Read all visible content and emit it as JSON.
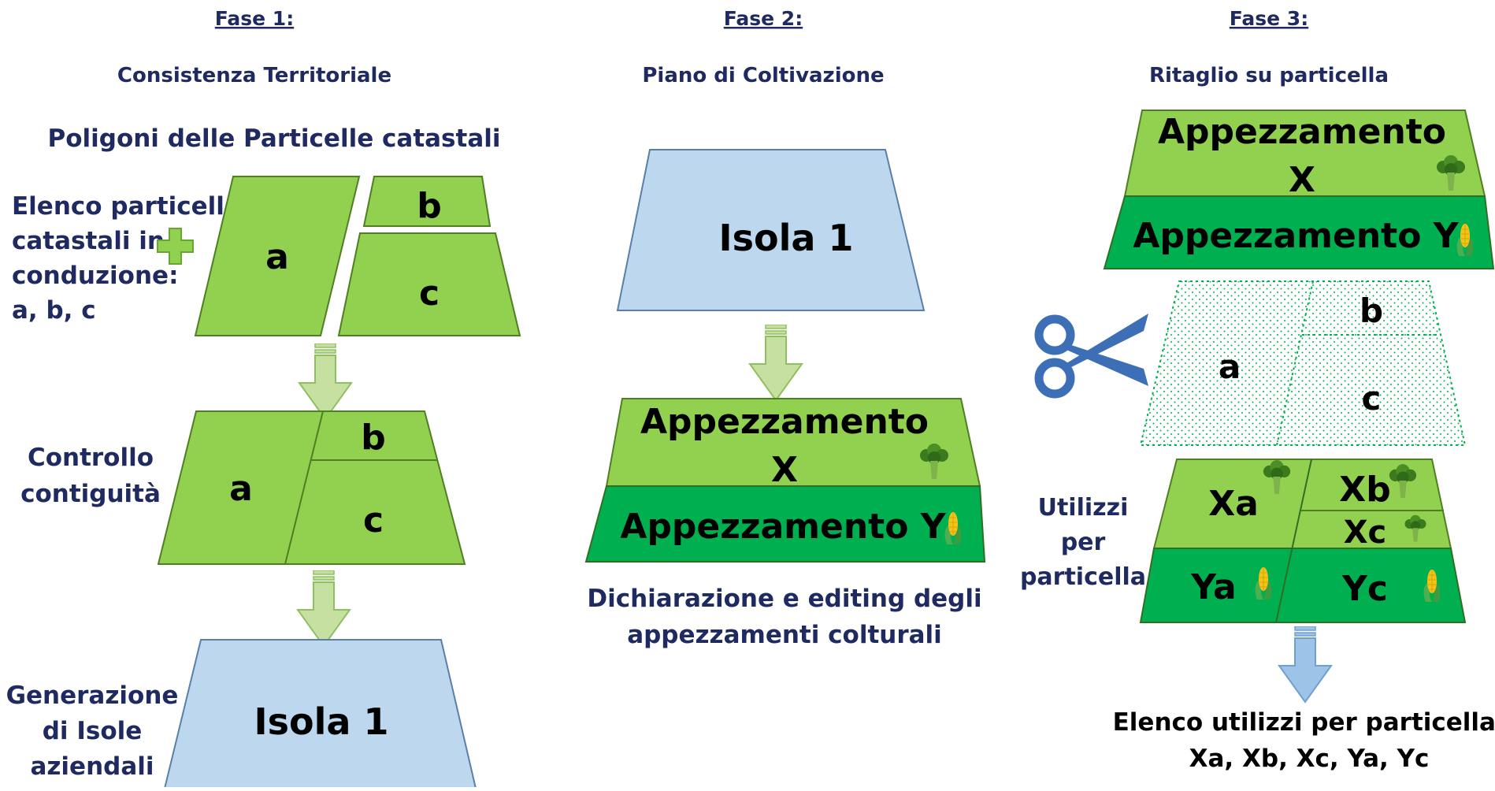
{
  "phase1": {
    "header": "Fase 1:",
    "subtitle": "Consistenza Territoriale",
    "polygons_title": "Poligoni delle Particelle catastali",
    "list_label": [
      "Elenco particelle",
      "catastali in",
      "conduzione:",
      "a, b, c"
    ],
    "parcel_labels": [
      "a",
      "b",
      "c"
    ],
    "contiguity_label": [
      "Controllo",
      "contiguità"
    ],
    "merged_labels": [
      "a",
      "b",
      "c"
    ],
    "islands_label": [
      "Generazione",
      "di Isole",
      "aziendali"
    ],
    "island_name": "Isola 1"
  },
  "phase2": {
    "header": "Fase 2:",
    "subtitle": "Piano di Coltivazione",
    "island_name": "Isola 1",
    "plot_x": [
      "Appezzamento",
      "X"
    ],
    "plot_y": "Appezzamento Y",
    "caption": [
      "Dichiarazione e editing degli",
      "appezzamenti colturali"
    ]
  },
  "phase3": {
    "header": "Fase 3:",
    "subtitle": "Ritaglio su particella",
    "plot_x": [
      "Appezzamento",
      "X"
    ],
    "plot_y": "Appezzamento Y",
    "cut_labels": [
      "a",
      "b",
      "c"
    ],
    "usage_label": [
      "Utilizzi",
      "per",
      "particella"
    ],
    "result_labels": [
      "Xa",
      "Xb",
      "Xc",
      "Ya",
      "Yc"
    ],
    "final_caption": [
      "Elenco utilizzi per particella:",
      "Xa, Xb, Xc, Ya, Yc"
    ]
  },
  "colors": {
    "light_green": "#92d050",
    "dark_green": "#00b050",
    "light_blue": "#bdd7ee",
    "arrow_green": "#c5e0a0",
    "arrow_blue": "#9dc3e6",
    "navy_text": "#1f2a60",
    "scissors_blue": "#3d6fb6"
  },
  "icons": [
    "plus-icon",
    "scissors-icon",
    "broccoli-icon",
    "corn-icon",
    "down-arrow-icon"
  ]
}
